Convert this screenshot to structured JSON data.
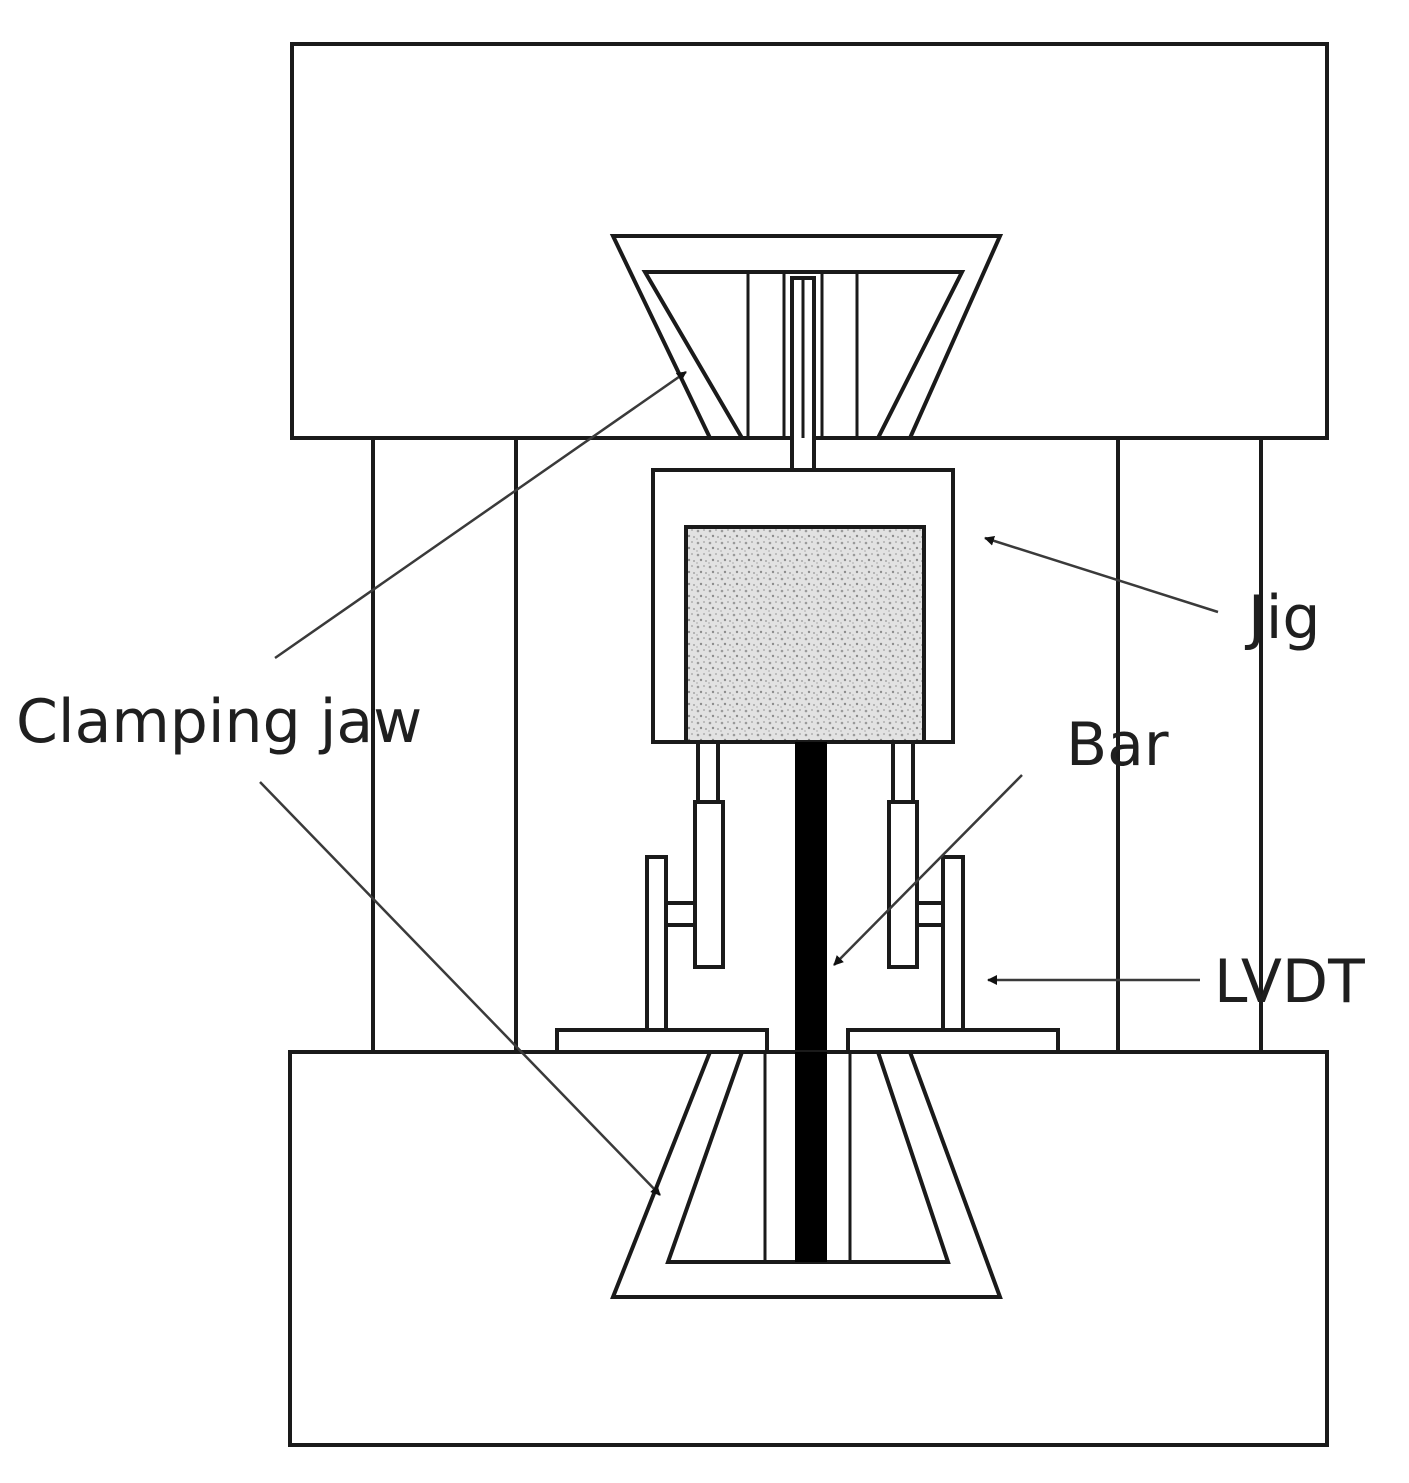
{
  "labels": {
    "clamping_jaw": "Clamping jaw",
    "jig": "Jig",
    "bar": "Bar",
    "lvdt": "LVDT"
  },
  "colors": {
    "line": "#1a1a1a",
    "specimen_fill": "#dcdcdc",
    "bar": "#000000",
    "background": "#ffffff"
  }
}
